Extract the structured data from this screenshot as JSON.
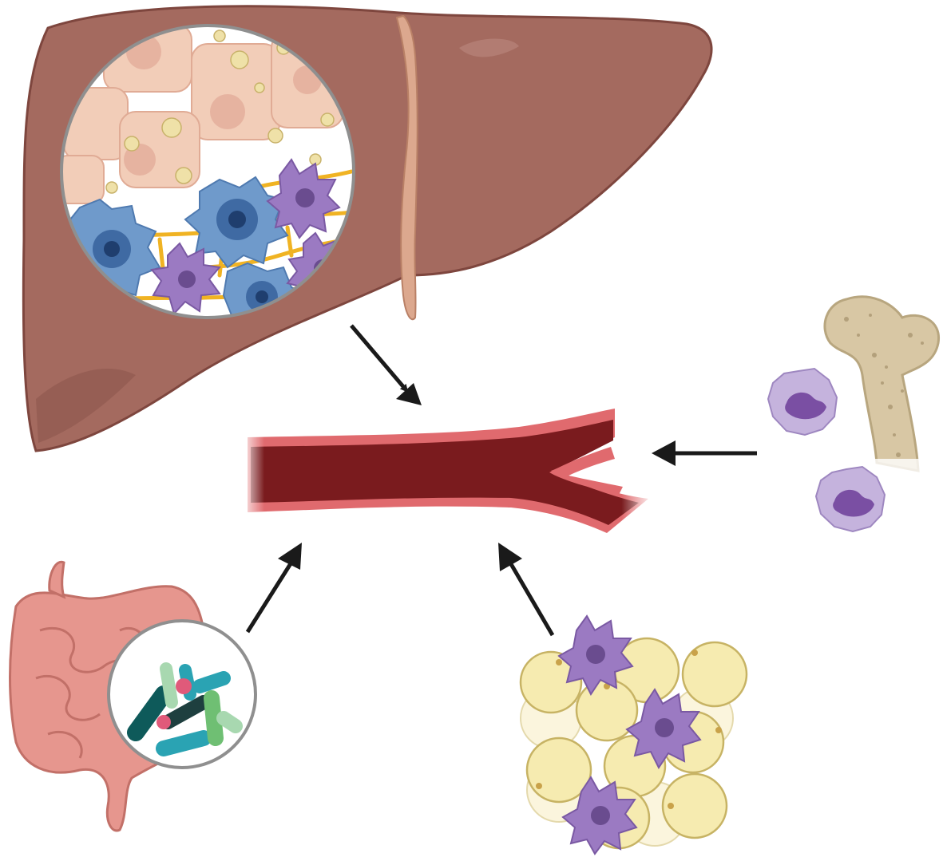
{
  "diagram": {
    "organs": [
      "liver",
      "blood-vessel",
      "bone-marrow",
      "intestine",
      "adipose-tissue"
    ],
    "icons": {
      "liver": "liver-icon",
      "liver_zoom": "liver-tissue-magnifier",
      "vessel": "blood-vessel-icon",
      "bone": "femur-bone-icon",
      "monocyte": "monocyte-cell-icon",
      "intestine": "intestine-icon",
      "microbiome": "gut-bacteria-magnifier",
      "adipose": "adipocyte-cluster-icon",
      "macrophage": "macrophage-cell-icon"
    },
    "arrows": [
      {
        "from": "liver",
        "to": "blood-vessel"
      },
      {
        "from": "bone-marrow",
        "to": "blood-vessel"
      },
      {
        "from": "intestine",
        "to": "blood-vessel"
      },
      {
        "from": "adipose-tissue",
        "to": "blood-vessel"
      }
    ],
    "colors": {
      "liver": "#a46a5f",
      "liver_outline": "#7e463e",
      "vessel_lumen": "#7a1b1e",
      "vessel_wall": "#e06a6e",
      "hepatocyte": "#f2cdb8",
      "stellate": "#6f9acb",
      "immune": "#9b7ac2",
      "collagen": "#f0b323",
      "bone": "#d8c7a4",
      "intestine": "#e6968e",
      "adipocyte": "#f6ebb0",
      "arrow": "#1a1a1a"
    }
  }
}
